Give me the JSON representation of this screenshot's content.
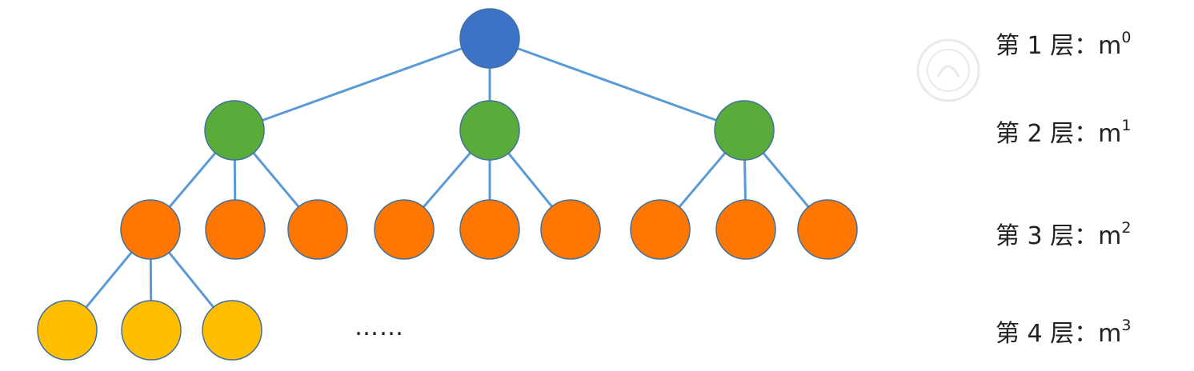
{
  "colors": {
    "root": "#3a73c8",
    "level2": "#5aac3a",
    "level3": "#ff7600",
    "level4": "#ffbf00",
    "edge": "#5b9bd5"
  },
  "tree": {
    "root": {
      "level": 1,
      "children": [
        {
          "level": 2,
          "children": [
            {
              "level": 3,
              "children": [
                {
                  "level": 4
                },
                {
                  "level": 4
                },
                {
                  "level": 4
                }
              ]
            },
            {
              "level": 3
            },
            {
              "level": 3
            }
          ]
        },
        {
          "level": 2,
          "children": [
            {
              "level": 3
            },
            {
              "level": 3
            },
            {
              "level": 3
            }
          ]
        },
        {
          "level": 2,
          "children": [
            {
              "level": 3
            },
            {
              "level": 3
            },
            {
              "level": 3
            }
          ]
        }
      ]
    }
  },
  "ellipsis": "……",
  "levels": [
    {
      "prefix": "第 1 层：m",
      "exp": "0"
    },
    {
      "prefix": "第 2 层：m",
      "exp": "1"
    },
    {
      "prefix": "第 3 层：m",
      "exp": "2"
    },
    {
      "prefix": "第 4 层：m",
      "exp": "3"
    }
  ]
}
